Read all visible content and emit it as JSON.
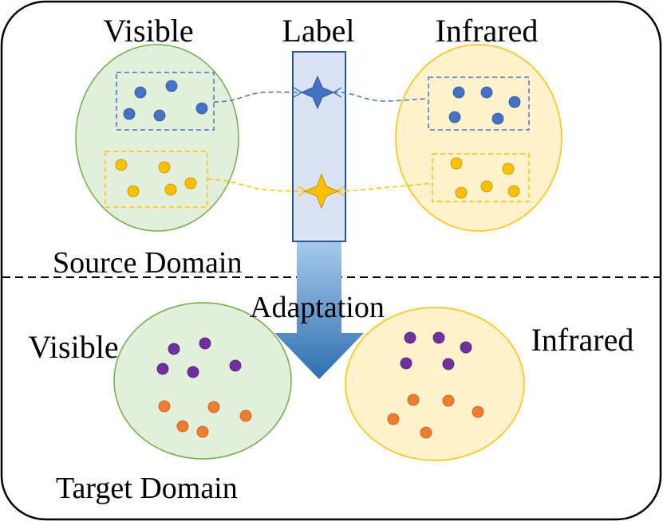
{
  "source_domain": {
    "title": "Source Domain",
    "visible_label": "Visible",
    "infrared_label": "Infrared"
  },
  "target_domain": {
    "title": "Target Domain",
    "visible_label": "Visible",
    "infrared_label": "Infrared"
  },
  "label_column": {
    "title": "Label"
  },
  "adaptation": {
    "label": "Adaptation"
  },
  "colors": {
    "visible_fill": "#e2efda",
    "visible_stroke": "#70ad47",
    "infrared_fill": "#fff2cc",
    "infrared_stroke": "#ffc000",
    "class_blue": "#4472c4",
    "class_gold": "#ffc000",
    "target_purple": "#7030a0",
    "target_orange": "#ed7d31",
    "label_column_fill": "#dae3f3",
    "label_column_stroke": "#2f5597",
    "arrow_top": "#9dc3e6",
    "arrow_bottom": "#2e75b6"
  },
  "icons": {
    "class_prototype_blue": "four-point-star-icon",
    "class_prototype_gold": "four-point-star-icon",
    "adaptation_arrow": "down-arrow-icon"
  }
}
